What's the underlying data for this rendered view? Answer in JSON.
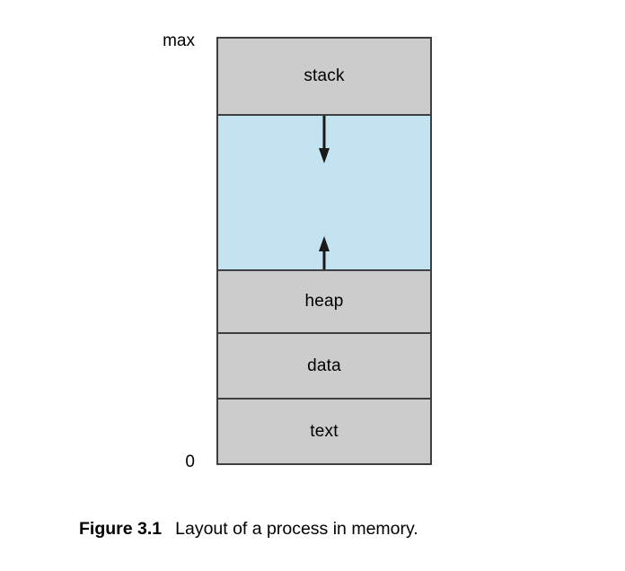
{
  "figure": {
    "caption_label": "Figure 3.1",
    "caption_text": "Layout of a process in memory.",
    "axis": {
      "top_label": "max",
      "bottom_label": "0"
    },
    "colors": {
      "segment_fill": "#cccccc",
      "free_space_fill": "#c2e3ef",
      "border": "#3c4043",
      "arrow": "#1a1a1a",
      "background": "#ffffff",
      "text": "#000000"
    },
    "segments": [
      {
        "id": "stack",
        "label": "stack",
        "fill": "#cccccc"
      },
      {
        "id": "free-space",
        "label": "",
        "fill": "#c2e3ef"
      },
      {
        "id": "heap",
        "label": "heap",
        "fill": "#cccccc"
      },
      {
        "id": "data",
        "label": "data",
        "fill": "#cccccc"
      },
      {
        "id": "text",
        "label": "text",
        "fill": "#cccccc"
      }
    ],
    "arrows": [
      {
        "id": "stack-growth-arrow",
        "direction": "down",
        "meaning": "stack grows downward"
      },
      {
        "id": "heap-growth-arrow",
        "direction": "up",
        "meaning": "heap grows upward"
      }
    ]
  }
}
